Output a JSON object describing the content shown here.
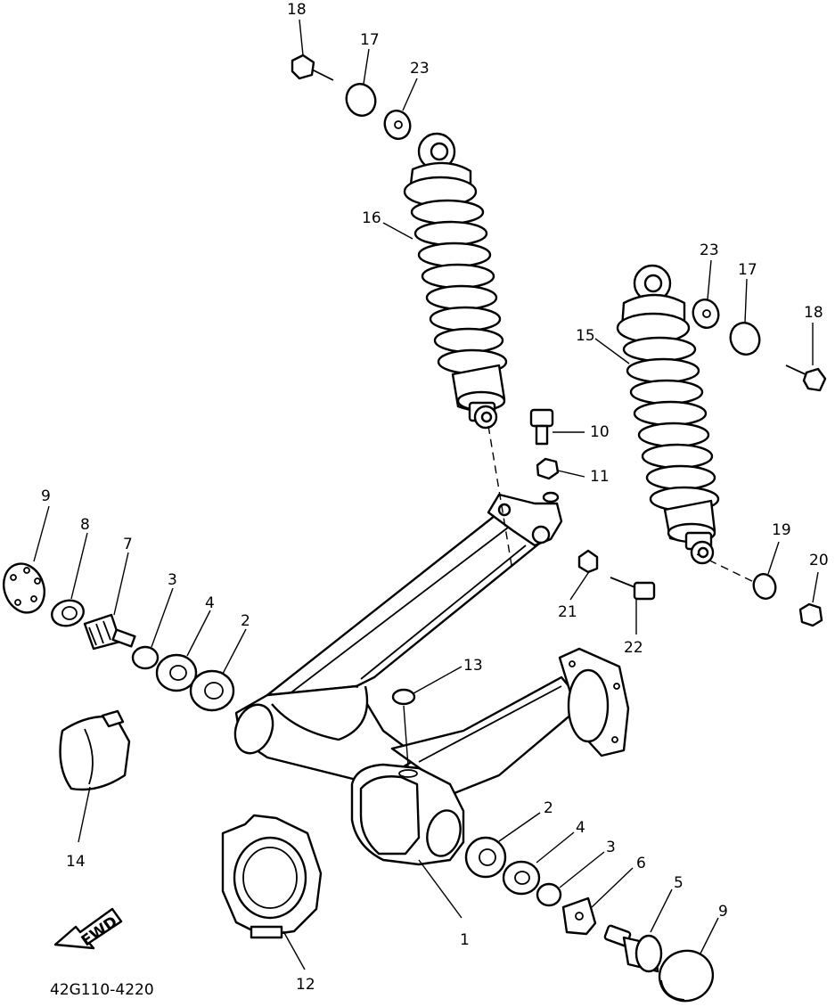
{
  "diagram": {
    "catalog_code": "42G110-4220",
    "fwd_label": "FWD",
    "callouts": {
      "c1": "1",
      "c2a": "2",
      "c2b": "2",
      "c3a": "3",
      "c3b": "3",
      "c4a": "4",
      "c4b": "4",
      "c5": "5",
      "c6": "6",
      "c7": "7",
      "c8": "8",
      "c9a": "9",
      "c9b": "9",
      "c10": "10",
      "c11": "11",
      "c12": "12",
      "c13": "13",
      "c14": "14",
      "c15": "15",
      "c16": "16",
      "c17a": "17",
      "c17b": "17",
      "c18a": "18",
      "c18b": "18",
      "c19": "19",
      "c20": "20",
      "c21": "21",
      "c22": "22",
      "c23a": "23",
      "c23b": "23"
    }
  }
}
